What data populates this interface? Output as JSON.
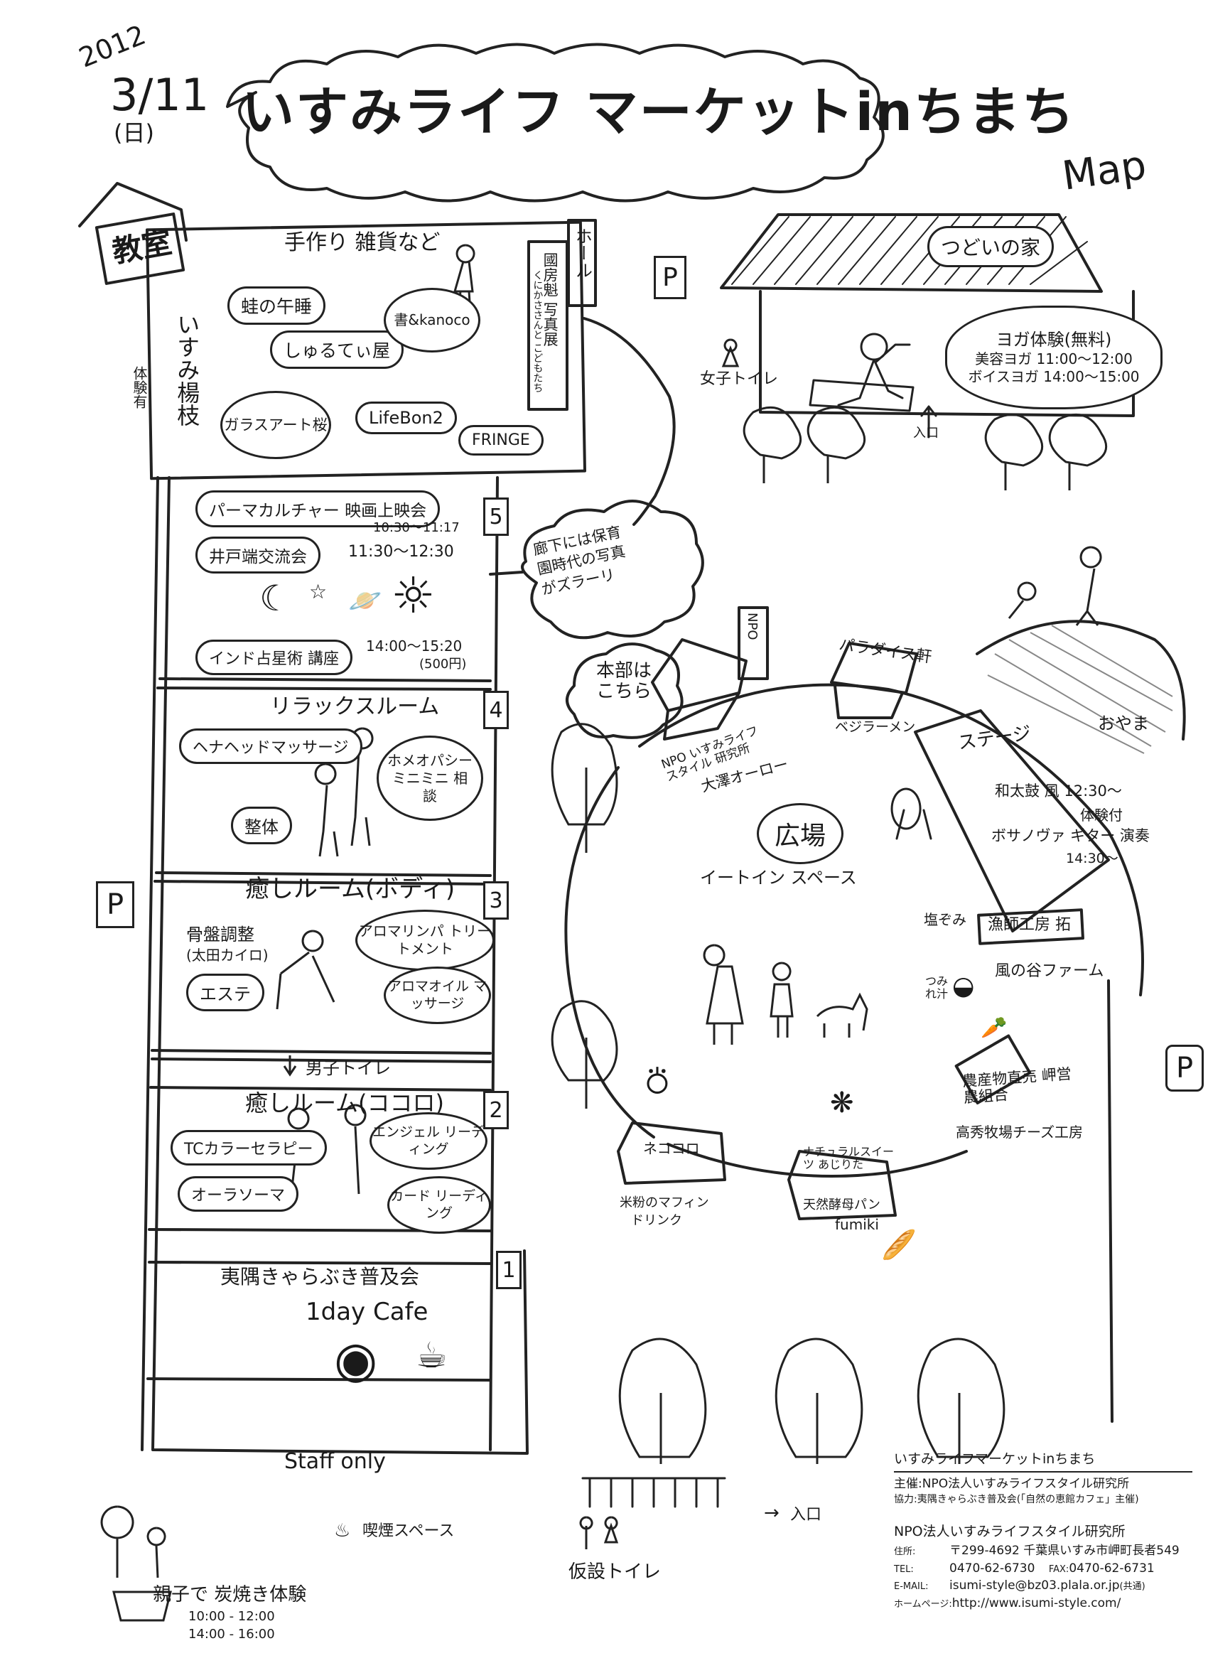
{
  "title": {
    "year": "2012",
    "date": "3/11",
    "weekday": "(日)",
    "main": "いすみライフ マーケットinちまち",
    "sub": "Map"
  },
  "classroom": {
    "sign": "教室",
    "heading": "手作り 雑貨など",
    "hall_sign": "ホール",
    "exhibit": "國房魁 写真展",
    "exhibit_sub": "くにかささんと こどもたち",
    "vertical_label": "いすみ楊枝",
    "trial": "体験有",
    "stalls": [
      "蛙の午睡",
      "しゅるてぃ屋",
      "書&kanoco",
      "ガラスアート桜",
      "LifeBon2",
      "FRINGE"
    ]
  },
  "room5": {
    "number": "5",
    "events": [
      {
        "name": "パーマカルチャー 映画上映会",
        "time": "10:30〜11:17"
      },
      {
        "name": "井戸端交流会",
        "time": "11:30〜12:30"
      },
      {
        "name": "インド占星術 講座",
        "time": "14:00〜15:20",
        "fee": "(500円)"
      }
    ]
  },
  "room4": {
    "number": "4",
    "title": "リラックスルーム",
    "items": [
      "ヘナヘッドマッサージ",
      "整体",
      "ホメオパシー ミニミニ 相談"
    ]
  },
  "room3": {
    "number": "3",
    "title": "癒しルーム(ボディ)",
    "items": [
      "骨盤調整",
      "(太田カイロ)",
      "アロマリンパ トリートメント",
      "エステ",
      "アロマオイル マッサージ"
    ]
  },
  "restroom_men": "男子トイレ",
  "room2": {
    "number": "2",
    "title": "癒しルーム(ココロ)",
    "items": [
      "TCカラーセラピー",
      "エンジェル リーディング",
      "オーラソーマ",
      "カード リーディング"
    ]
  },
  "room1": {
    "number": "1",
    "org": "夷隅きゃらぶき普及会",
    "cafe": "1day Cafe"
  },
  "staff_only": "Staff only",
  "smoking": "喫煙スペース",
  "charcoal": {
    "title": "親子で 炭焼き体験",
    "time1": "10:00 - 12:00",
    "time2": "14:00 - 16:00"
  },
  "parking": "P",
  "tsudoi": {
    "sign": "つどいの家",
    "yoga_title": "ヨガ体験(無料)",
    "yoga1": "美容ヨガ 11:00〜12:00",
    "yoga2": "ボイスヨガ 14:00〜15:00",
    "women_restroom": "女子トイレ",
    "entrance": "入口"
  },
  "corridor": "廊下には保育園時代の写真がズラーリ",
  "honbu": "本部はこちら",
  "npo": {
    "sign": "NPO",
    "label": "NPO いすみライフスタイル 研究所",
    "sub": "大澤オーロー"
  },
  "paradise": {
    "sign": "パラダイス軒",
    "food": "ベジラーメン"
  },
  "stage": {
    "sign": "ステージ",
    "taiko": "和太鼓 風 12:30〜",
    "taiko_note": "体験付",
    "bossa": "ボサノヴァ ギター 演奏",
    "bossa_time": "14:30〜"
  },
  "oyama": "おやま",
  "hiroba": {
    "sign": "広場",
    "sub": "イートイン スペース"
  },
  "shiozumi": "塩ぞみ",
  "ryoshi": "漁師工房 拓",
  "kaze": "風の谷ファーム",
  "tsumire": "つみれ汁",
  "produce": "農産物直売 岬営農組合",
  "cheese": "高秀牧場チーズ工房",
  "nekokoro": {
    "sign": "ネココロ",
    "item1": "米粉のマフィン",
    "item2": "ドリンク"
  },
  "bakery": {
    "top": "ナチュラルスイーツ あじりた",
    "sign": "天然酵母パン",
    "name": "fumiki"
  },
  "temp_toilet": "仮設トイレ",
  "entrance_bottom": "入口",
  "footer": {
    "event": "いすみライフマーケットinちまち",
    "organizer_label": "主催:",
    "organizer": "NPO法人いすみライフスタイル研究所",
    "coop_label": "協力:",
    "coop": "夷隅きゃらぶき普及会(「自然の恵館カフェ」主催)",
    "org": "NPO法人いすみライフスタイル研究所",
    "address_label": "住所:",
    "address": "〒299-4692 千葉県いすみ市岬町長者549",
    "tel_label": "TEL:",
    "tel": "0470-62-6730",
    "fax_label": "FAX:",
    "fax": "0470-62-6731",
    "email_label": "E-MAIL:",
    "email": "isumi-style@bz03.plala.or.jp",
    "email_note": "(共通)",
    "web_label": "ホームページ:",
    "web": "http://www.isumi-style.com/"
  }
}
